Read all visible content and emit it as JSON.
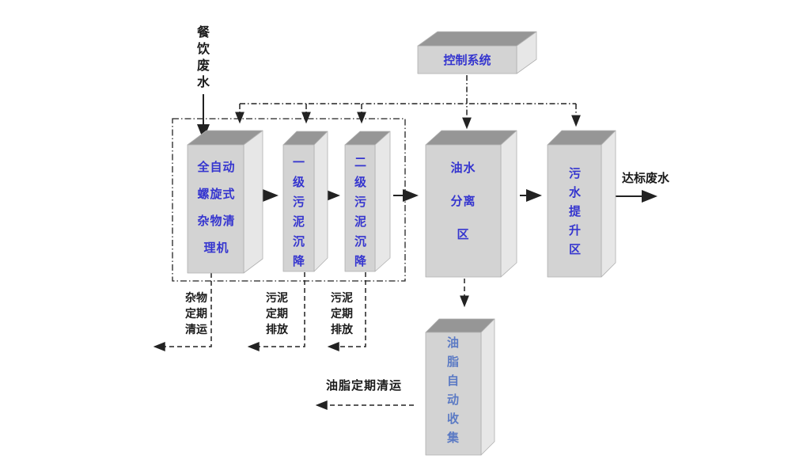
{
  "theme": {
    "background": "#ffffff",
    "box_text_color": "#3535cf",
    "grease_text_color": "#5b7ac4",
    "label_text_color": "#1a1a1a",
    "line_color": "#222222",
    "box_face_front": "#d3d3d3",
    "box_face_top": "#969696",
    "box_face_side": "#e7e7e7",
    "box_edge": "#b0b0b0"
  },
  "nodes": {
    "control_system": {
      "label": "控制系统"
    },
    "cleaner": {
      "label": "全自动螺旋式杂物清理机",
      "lines": [
        "全自动",
        "螺旋式",
        "杂物清",
        "理机"
      ]
    },
    "sludge_settling_1": {
      "label": "一级污泥沉降",
      "chars": [
        "一",
        "级",
        "污",
        "泥",
        "沉",
        "降"
      ]
    },
    "sludge_settling_2": {
      "label": "二级污泥沉降",
      "chars": [
        "二",
        "级",
        "污",
        "泥",
        "沉",
        "降"
      ]
    },
    "oil_water_separation": {
      "label": "油水分离区",
      "lines": [
        "油水",
        "分离",
        "区"
      ]
    },
    "sewage_lifting": {
      "label": "污水提升区",
      "chars": [
        "污",
        "水",
        "提",
        "升",
        "区"
      ]
    },
    "grease_collection": {
      "label": "油脂自动收集",
      "chars": [
        "油",
        "脂",
        "自",
        "动",
        "收",
        "集"
      ]
    }
  },
  "labels": {
    "influent": {
      "text": "餐饮废水",
      "chars": [
        "餐",
        "饮",
        "废",
        "水"
      ]
    },
    "effluent": {
      "text": "达标废水"
    },
    "junk_removal": {
      "text": "杂物定期清运",
      "lines": [
        "杂物",
        "定期",
        "清运"
      ]
    },
    "sludge_discharge_1": {
      "text": "污泥定期排放",
      "lines": [
        "污泥",
        "定期",
        "排放"
      ]
    },
    "sludge_discharge_2": {
      "text": "污泥定期排放",
      "lines": [
        "污泥",
        "定期",
        "排放"
      ]
    },
    "grease_removal": {
      "text": "油脂定期清运"
    }
  }
}
